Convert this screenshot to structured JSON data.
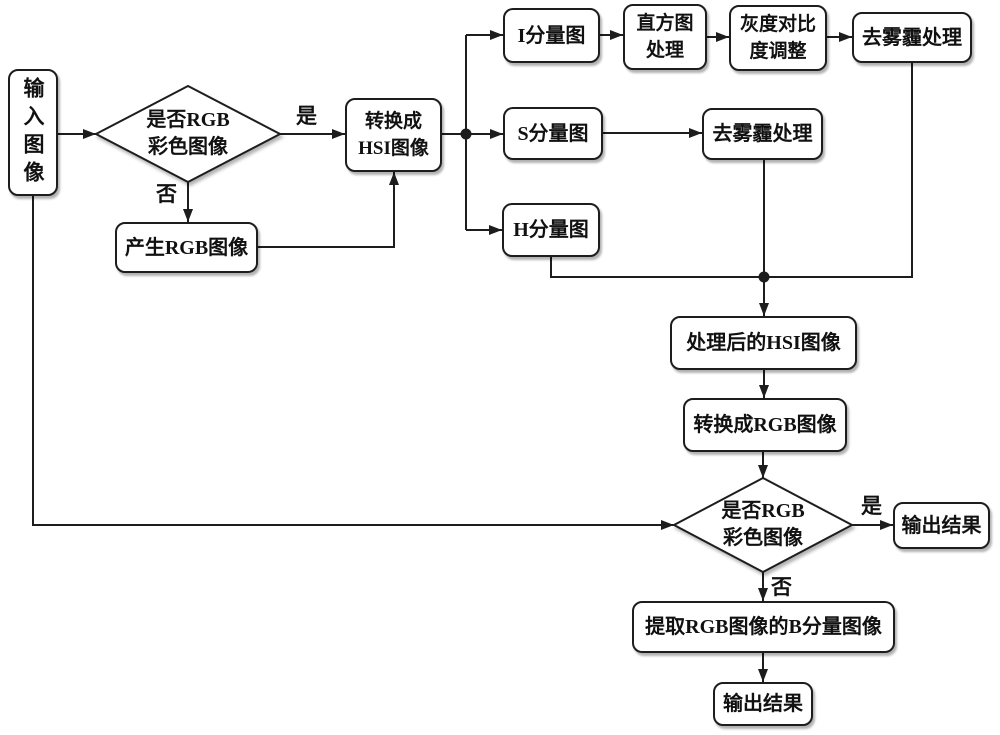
{
  "diagram": {
    "title": "HSI-based image dehazing flowchart",
    "colors": {
      "background": "#ffffff",
      "line": "#1d1d1d",
      "box_fill": "#ffffff",
      "text": "#111111"
    },
    "nodes": {
      "input_image": "输入图像",
      "is_rgb_1_line1": "是否RGB",
      "is_rgb_1_line2": "彩色图像",
      "gen_rgb": "产生RGB图像",
      "to_hsi_line1": "转换成",
      "to_hsi_line2": "HSI图像",
      "i_comp": "I分量图",
      "s_comp": "S分量图",
      "h_comp": "H分量图",
      "hist_line1": "直方图",
      "hist_line2": "处理",
      "gray_line1": "灰度对比",
      "gray_line2": "度调整",
      "dehaze_top": "去雾霾处理",
      "dehaze_s": "去雾霾处理",
      "processed_hsi": "处理后的HSI图像",
      "to_rgb": "转换成RGB图像",
      "is_rgb_2_line1": "是否RGB",
      "is_rgb_2_line2": "彩色图像",
      "output_right": "输出结果",
      "extract_b": "提取RGB图像的B分量图像",
      "output_bottom": "输出结果"
    },
    "edge_labels": {
      "yes_1": "是",
      "no_1": "否",
      "yes_2": "是",
      "no_2": "否"
    }
  }
}
